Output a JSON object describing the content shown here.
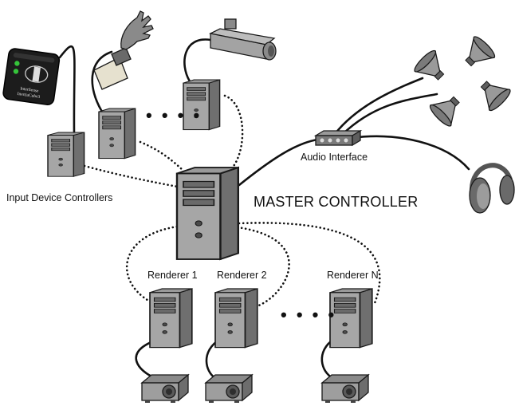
{
  "labels": {
    "input_device_controllers": "Input Device Controllers",
    "master_controller": "MASTER CONTROLLER",
    "audio_interface": "Audio Interface",
    "renderer_1": "Renderer 1",
    "renderer_2": "Renderer 2",
    "renderer_n": "Renderer N"
  },
  "ellipsis": {
    "top": "• • • •",
    "bottom": "• • • •"
  },
  "device_text": {
    "line1": "InterSense",
    "line2": "InertiaCube3"
  },
  "colors": {
    "case_fill": "#8c8c8c",
    "case_front": "#a9a9a9",
    "case_dark": "#5e5e5e",
    "outline": "#1a1a1a",
    "cable": "#111111",
    "device_black": "#1c1c1c",
    "led_green": "#35c43a"
  }
}
